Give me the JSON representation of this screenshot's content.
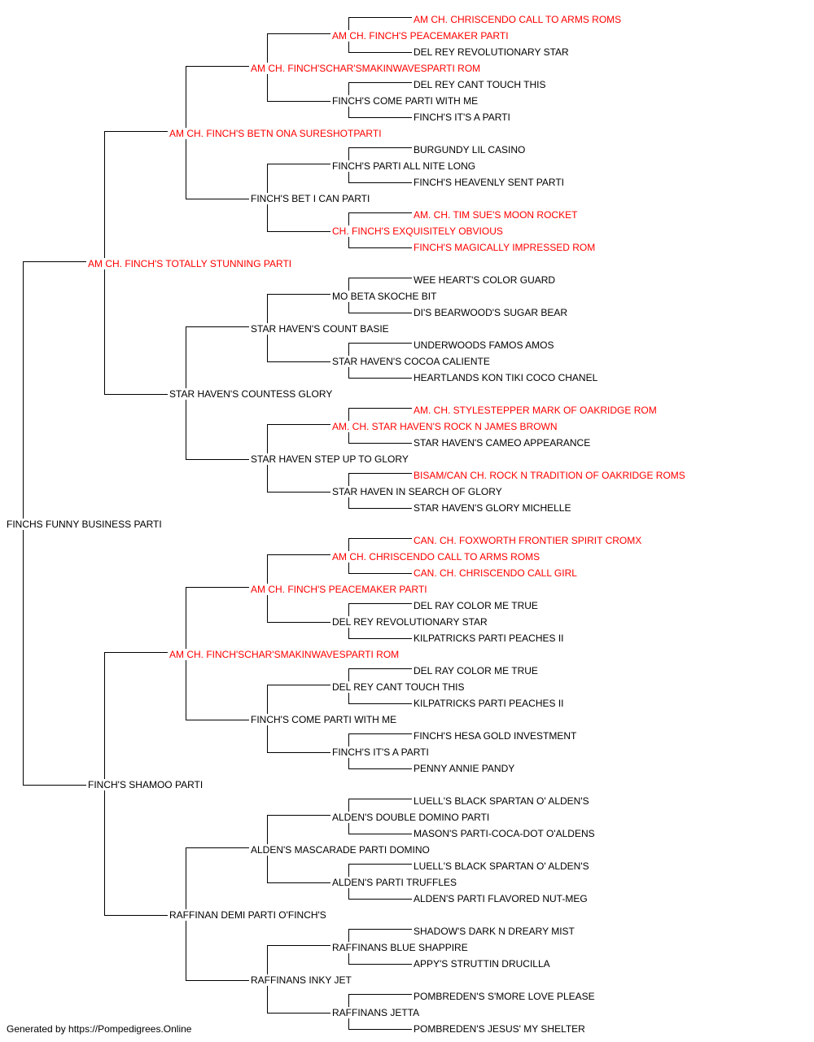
{
  "colors": {
    "normal": "#000000",
    "champion": "#ff0000",
    "line": "#000000"
  },
  "footer": "Generated by https://Pompedigrees.Online",
  "pedigree": [
    {
      "gen": 0,
      "name": "FINCHS FUNNY BUSINESS PARTI",
      "champion": false
    },
    {
      "gen": 1,
      "name": "AM CH. FINCH'S TOTALLY STUNNING PARTI",
      "champion": true
    },
    {
      "gen": 2,
      "name": "AM CH. FINCH'S BETN ONA SURESHOTPARTI",
      "champion": true
    },
    {
      "gen": 3,
      "name": "AM CH. FINCH'SCHAR'SMAKINWAVESPARTI ROM",
      "champion": true
    },
    {
      "gen": 4,
      "name": "AM CH. FINCH'S PEACEMAKER PARTI",
      "champion": true
    },
    {
      "gen": 5,
      "name": "AM CH. CHRISCENDO CALL TO ARMS ROMS",
      "champion": true
    },
    {
      "gen": 5,
      "name": "DEL REY REVOLUTIONARY STAR",
      "champion": false
    },
    {
      "gen": 4,
      "name": "FINCH'S COME PARTI WITH ME",
      "champion": false
    },
    {
      "gen": 5,
      "name": "DEL REY CANT TOUCH THIS",
      "champion": false
    },
    {
      "gen": 5,
      "name": "FINCH'S IT'S A PARTI",
      "champion": false
    },
    {
      "gen": 3,
      "name": "FINCH'S BET I CAN PARTI",
      "champion": false
    },
    {
      "gen": 4,
      "name": "FINCH'S PARTI ALL NITE LONG",
      "champion": false
    },
    {
      "gen": 5,
      "name": "BURGUNDY LIL CASINO",
      "champion": false
    },
    {
      "gen": 5,
      "name": "FINCH'S HEAVENLY SENT PARTI",
      "champion": false
    },
    {
      "gen": 4,
      "name": "CH. FINCH'S EXQUISITELY OBVIOUS",
      "champion": true
    },
    {
      "gen": 5,
      "name": "AM. CH. TIM SUE'S MOON ROCKET",
      "champion": true
    },
    {
      "gen": 5,
      "name": "FINCH'S MAGICALLY IMPRESSED ROM",
      "champion": true
    },
    {
      "gen": 2,
      "name": "STAR HAVEN'S COUNTESS GLORY",
      "champion": false
    },
    {
      "gen": 3,
      "name": "STAR HAVEN'S COUNT BASIE",
      "champion": false
    },
    {
      "gen": 4,
      "name": "MO BETA SKOCHE BIT",
      "champion": false
    },
    {
      "gen": 5,
      "name": "WEE HEART'S COLOR GUARD",
      "champion": false
    },
    {
      "gen": 5,
      "name": "DI'S BEARWOOD'S SUGAR BEAR",
      "champion": false
    },
    {
      "gen": 4,
      "name": "STAR HAVEN'S COCOA CALIENTE",
      "champion": false
    },
    {
      "gen": 5,
      "name": "UNDERWOODS FAMOS AMOS",
      "champion": false
    },
    {
      "gen": 5,
      "name": "HEARTLANDS KON TIKI COCO CHANEL",
      "champion": false
    },
    {
      "gen": 3,
      "name": "STAR HAVEN STEP UP TO GLORY",
      "champion": false
    },
    {
      "gen": 4,
      "name": "AM. CH. STAR HAVEN'S ROCK N JAMES BROWN",
      "champion": true
    },
    {
      "gen": 5,
      "name": "AM. CH. STYLESTEPPER MARK OF OAKRIDGE ROM",
      "champion": true
    },
    {
      "gen": 5,
      "name": "STAR HAVEN'S CAMEO APPEARANCE",
      "champion": false
    },
    {
      "gen": 4,
      "name": "STAR HAVEN IN SEARCH OF GLORY",
      "champion": false
    },
    {
      "gen": 5,
      "name": "BISAM/CAN CH. ROCK N TRADITION OF OAKRIDGE ROMS",
      "champion": true
    },
    {
      "gen": 5,
      "name": "STAR HAVEN'S GLORY MICHELLE",
      "champion": false
    },
    {
      "gen": 1,
      "name": "FINCH'S SHAMOO PARTI",
      "champion": false
    },
    {
      "gen": 2,
      "name": "AM CH. FINCH'SCHAR'SMAKINWAVESPARTI ROM",
      "champion": true
    },
    {
      "gen": 3,
      "name": "AM CH. FINCH'S PEACEMAKER PARTI",
      "champion": true
    },
    {
      "gen": 4,
      "name": "AM CH. CHRISCENDO CALL TO ARMS ROMS",
      "champion": true
    },
    {
      "gen": 5,
      "name": "CAN. CH. FOXWORTH FRONTIER SPIRIT CROMX",
      "champion": true
    },
    {
      "gen": 5,
      "name": "CAN. CH. CHRISCENDO CALL GIRL",
      "champion": true
    },
    {
      "gen": 4,
      "name": "DEL REY REVOLUTIONARY STAR",
      "champion": false
    },
    {
      "gen": 5,
      "name": "DEL RAY COLOR ME TRUE",
      "champion": false
    },
    {
      "gen": 5,
      "name": "KILPATRICKS PARTI PEACHES II",
      "champion": false
    },
    {
      "gen": 3,
      "name": "FINCH'S COME PARTI WITH ME",
      "champion": false
    },
    {
      "gen": 4,
      "name": "DEL REY CANT TOUCH THIS",
      "champion": false
    },
    {
      "gen": 5,
      "name": "DEL RAY COLOR ME TRUE",
      "champion": false
    },
    {
      "gen": 5,
      "name": "KILPATRICKS PARTI PEACHES II",
      "champion": false
    },
    {
      "gen": 4,
      "name": "FINCH'S IT'S A PARTI",
      "champion": false
    },
    {
      "gen": 5,
      "name": "FINCH'S HESA GOLD INVESTMENT",
      "champion": false
    },
    {
      "gen": 5,
      "name": "PENNY ANNIE PANDY",
      "champion": false
    },
    {
      "gen": 2,
      "name": "RAFFINAN DEMI PARTI O'FINCH'S",
      "champion": false
    },
    {
      "gen": 3,
      "name": "ALDEN'S MASCARADE PARTI DOMINO",
      "champion": false
    },
    {
      "gen": 4,
      "name": "ALDEN'S DOUBLE DOMINO PARTI",
      "champion": false
    },
    {
      "gen": 5,
      "name": "LUELL'S BLACK SPARTAN O' ALDEN'S",
      "champion": false
    },
    {
      "gen": 5,
      "name": "MASON'S PARTI-COCA-DOT O'ALDENS",
      "champion": false
    },
    {
      "gen": 4,
      "name": "ALDEN'S PARTI TRUFFLES",
      "champion": false
    },
    {
      "gen": 5,
      "name": "LUELL'S BLACK SPARTAN O' ALDEN'S",
      "champion": false
    },
    {
      "gen": 5,
      "name": "ALDEN'S PARTI FLAVORED NUT-MEG",
      "champion": false
    },
    {
      "gen": 3,
      "name": "RAFFINANS INKY JET",
      "champion": false
    },
    {
      "gen": 4,
      "name": "RAFFINANS BLUE SHAPPIRE",
      "champion": false
    },
    {
      "gen": 5,
      "name": "SHADOW'S DARK N DREARY MIST",
      "champion": false
    },
    {
      "gen": 5,
      "name": "APPY'S STRUTTIN DRUCILLA",
      "champion": false
    },
    {
      "gen": 4,
      "name": "RAFFINANS JETTA",
      "champion": false
    },
    {
      "gen": 5,
      "name": "POMBREDEN'S S'MORE LOVE PLEASE",
      "champion": false
    },
    {
      "gen": 5,
      "name": "POMBREDEN'S JESUS' MY SHELTER",
      "champion": false
    }
  ]
}
